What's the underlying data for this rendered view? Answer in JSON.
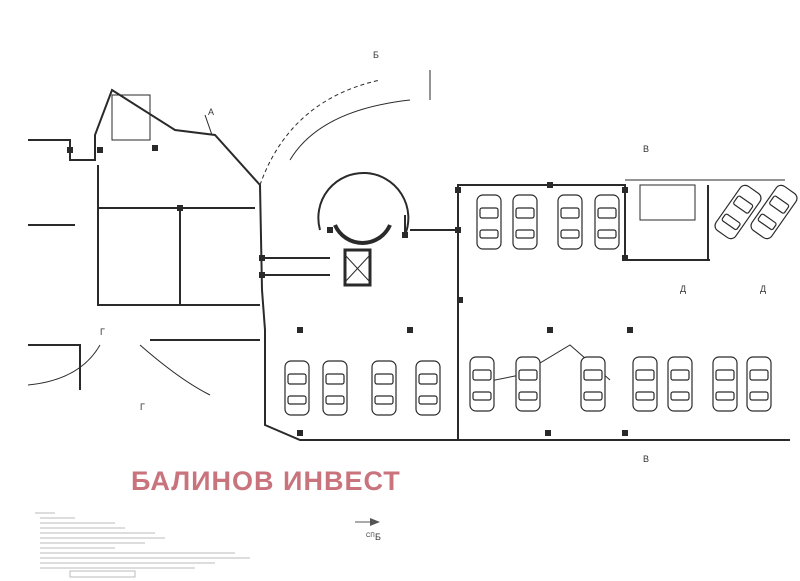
{
  "watermark": "БАЛИНОВ ИНВЕСТ",
  "section_labels": {
    "a": "А",
    "b_top": "Б",
    "b_bottom": "Б",
    "v_top": "В",
    "v_bottom": "В",
    "g_left": "Г",
    "g_bottom": "Г",
    "d1": "Д",
    "d2": "Д"
  },
  "north_label": "СП",
  "colors": {
    "lines": "#2a2a2a",
    "watermark": "#c9737d"
  }
}
